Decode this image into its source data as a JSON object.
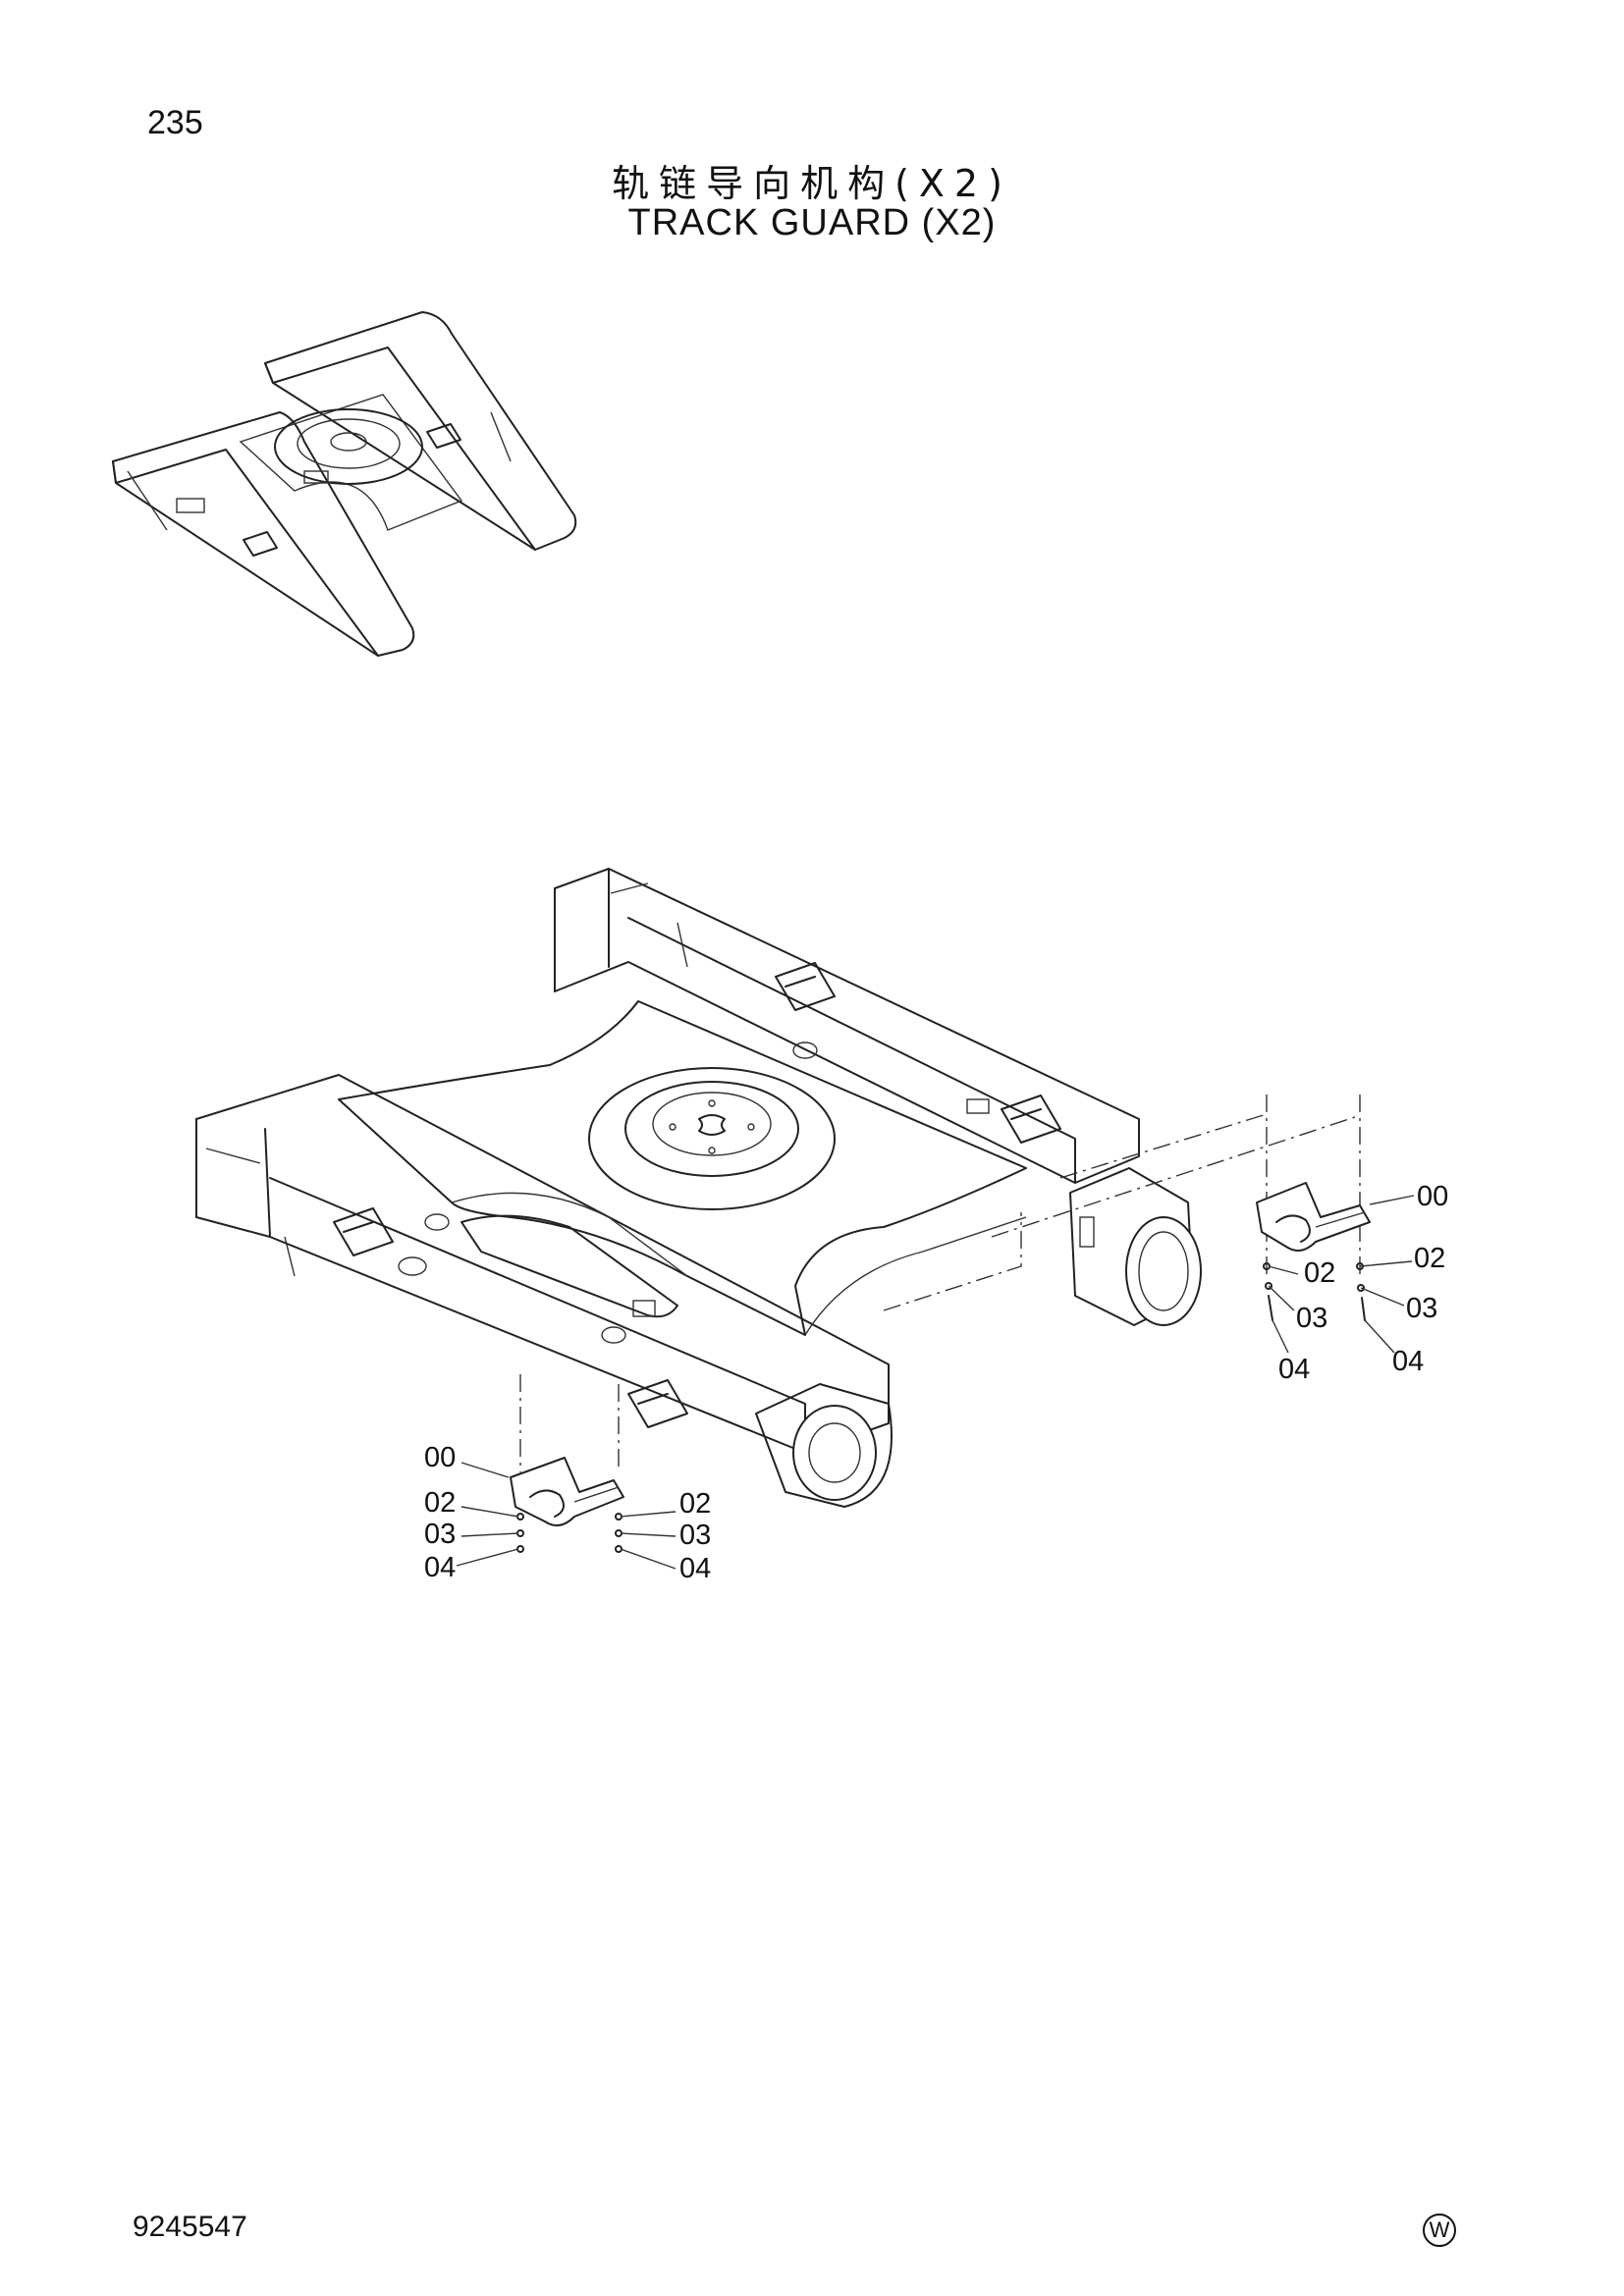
{
  "page": {
    "number": "235",
    "title_cn": "轨链导向机构(X2)",
    "title_en": "TRACK GUARD (X2)",
    "doc_number": "9245547",
    "mark": "W"
  },
  "diagram": {
    "callouts": {
      "right_left_column": [
        "02",
        "03",
        "04"
      ],
      "right_right_column": [
        "00",
        "02",
        "03",
        "04"
      ],
      "lower_left_column": [
        "00",
        "02",
        "03",
        "04"
      ],
      "lower_right_column": [
        "02",
        "03",
        "04"
      ]
    }
  }
}
